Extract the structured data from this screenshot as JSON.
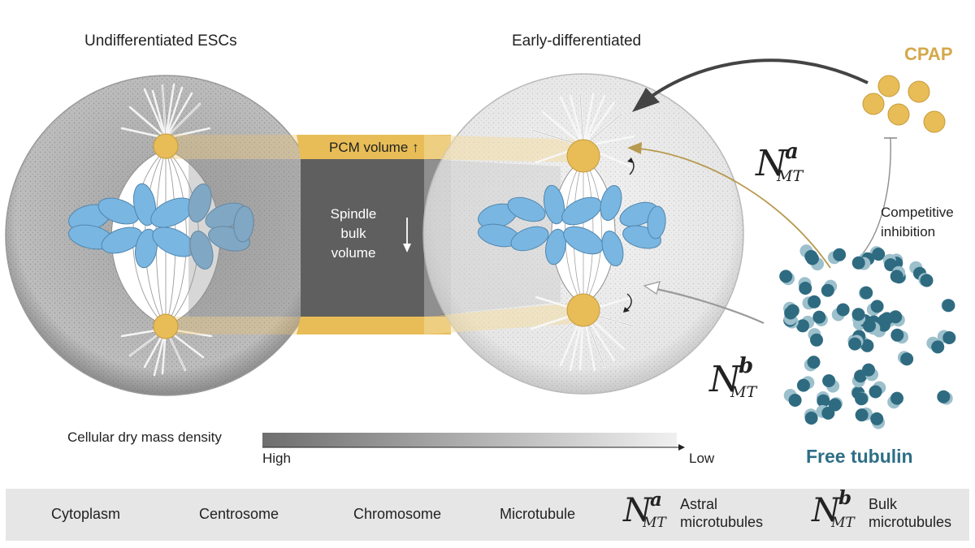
{
  "cells": {
    "left_title": "Undifferentiated ESCs",
    "right_title": "Early-differentiated"
  },
  "bands": {
    "pcm_label": "PCM volume",
    "pcm_arrow": "↑",
    "spindle_lines": [
      "Spindle",
      "bulk",
      "volume"
    ],
    "spindle_arrow": "↓"
  },
  "right_panel": {
    "cpap_label": "CPAP",
    "competitive_lines": [
      "Competitive",
      "inhibition"
    ],
    "free_tubulin_label": "Free tubulin",
    "n_symbol": "N",
    "astral_sup": "a",
    "bulk_sup": "b",
    "mt_sub": "MT"
  },
  "density_scale": {
    "title": "Cellular dry mass density",
    "high": "High",
    "low": "Low"
  },
  "legend": {
    "cytoplasm": "Cytoplasm",
    "centrosome": "Centrosome",
    "chromosome": "Chromosome",
    "microtubule": "Microtubule",
    "astral_lines": [
      "Astral",
      "microtubules"
    ],
    "bulk_lines": [
      "Bulk",
      "microtubules"
    ]
  },
  "colors": {
    "centrosome": "#e8bd57",
    "chromosome": "#7ab6e2",
    "tubulin_dark": "#2f6b80",
    "tubulin_light": "#9cc0cc",
    "cpap_text": "#d4a84a",
    "free_tubulin_text": "#2e6e86",
    "spindle_band": "#5f5f5f",
    "astral_arrow": "#b89a4e",
    "legend_bg": "#e6e6e6"
  }
}
